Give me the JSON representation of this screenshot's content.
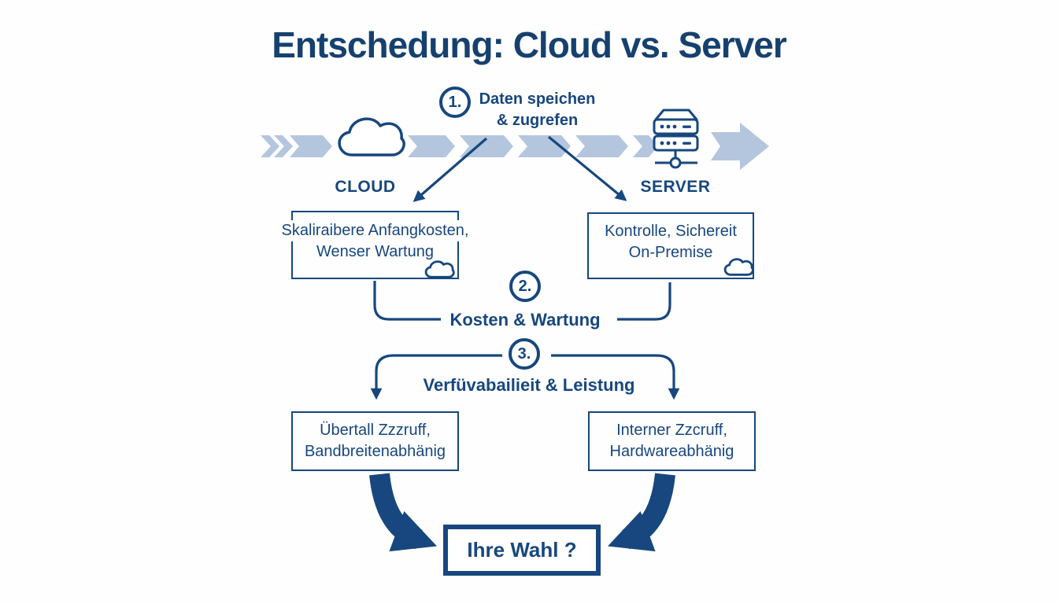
{
  "title": "Entschedung: Cloud vs. Server",
  "colors": {
    "primary": "#17477E",
    "light_blue": "#B3C6DE",
    "background": "#FFFFFF"
  },
  "steps": [
    {
      "number": "1.",
      "label_line1": "Daten speichen",
      "label_line2": "& zugrefen"
    },
    {
      "number": "2.",
      "label": "Kosten & Wartung"
    },
    {
      "number": "3.",
      "label": "Verfüvabailieit & Leistung"
    }
  ],
  "cloud_branch": {
    "label": "CLOUD",
    "cost_box": {
      "line1": "Skaliraibere Anfangkosten,",
      "line2": "Wenser Wartung"
    },
    "availability_box": {
      "line1": "Übertall Zzzruff,",
      "line2": "Bandbreitenabhänig"
    }
  },
  "server_branch": {
    "label": "SERVER",
    "cost_box": {
      "line1": "Kontrolle, Sichereit",
      "line2": "On-Premise"
    },
    "availability_box": {
      "line1": "Interner Zzcruff,",
      "line2": "Hardwareabhänig"
    }
  },
  "result_box": {
    "label": "Ihre Wahl ?"
  },
  "icons": {
    "flow_band": "chevron-flow-band",
    "cloud": "cloud-icon",
    "server": "server-rack-icon"
  }
}
